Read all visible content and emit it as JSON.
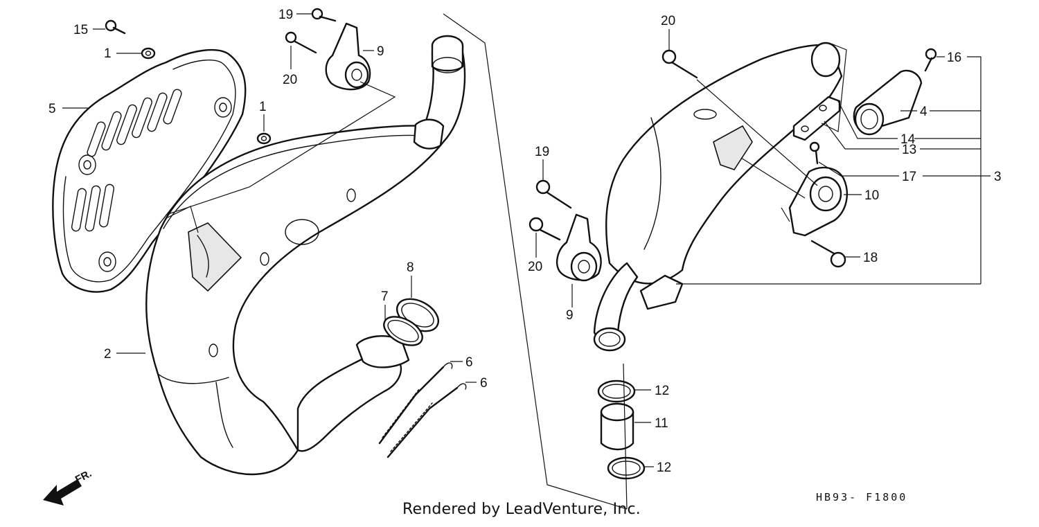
{
  "diagram": {
    "callouts": [
      {
        "id": "c15a",
        "text": "15"
      },
      {
        "id": "c1a",
        "text": "1"
      },
      {
        "id": "c5",
        "text": "5"
      },
      {
        "id": "c1b",
        "text": "1"
      },
      {
        "id": "c19a",
        "text": "19"
      },
      {
        "id": "c9a",
        "text": "9"
      },
      {
        "id": "c20a",
        "text": "20"
      },
      {
        "id": "c2",
        "text": "2"
      },
      {
        "id": "c8",
        "text": "8"
      },
      {
        "id": "c7",
        "text": "7"
      },
      {
        "id": "c6a",
        "text": "6"
      },
      {
        "id": "c6b",
        "text": "6"
      },
      {
        "id": "c20b",
        "text": "20"
      },
      {
        "id": "c19b",
        "text": "19"
      },
      {
        "id": "c20c",
        "text": "20"
      },
      {
        "id": "c9b",
        "text": "9"
      },
      {
        "id": "c12a",
        "text": "12"
      },
      {
        "id": "c11",
        "text": "11"
      },
      {
        "id": "c12b",
        "text": "12"
      },
      {
        "id": "c16",
        "text": "16"
      },
      {
        "id": "c4",
        "text": "4"
      },
      {
        "id": "c14",
        "text": "14"
      },
      {
        "id": "c13",
        "text": "13"
      },
      {
        "id": "c17",
        "text": "17"
      },
      {
        "id": "c3",
        "text": "3"
      },
      {
        "id": "c10",
        "text": "10"
      },
      {
        "id": "c18",
        "text": "18"
      }
    ],
    "front_marker": "FR.",
    "credit": "Rendered by LeadVenture, Inc.",
    "drawing_code": "HB93- F1800"
  }
}
